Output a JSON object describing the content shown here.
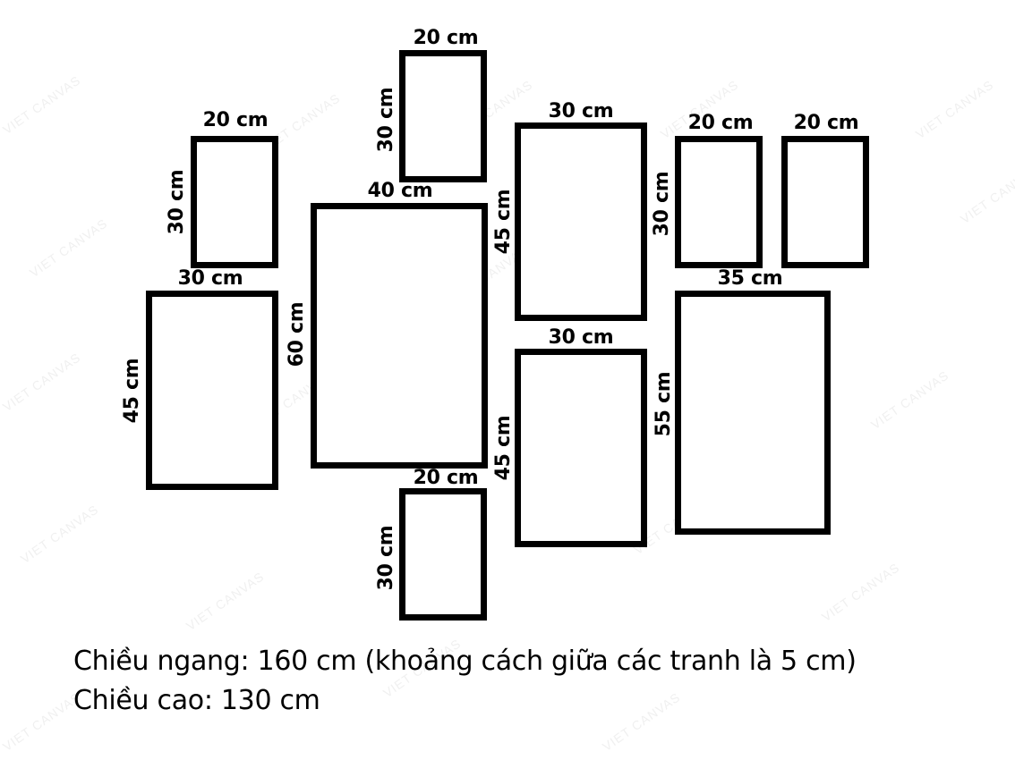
{
  "watermark_text": "VIET CANVAS",
  "frames": [
    {
      "id": "f1",
      "width_label": "20 cm",
      "height_label": "30 cm"
    },
    {
      "id": "f2",
      "width_label": "30 cm",
      "height_label": "45 cm"
    },
    {
      "id": "f3",
      "width_label": "20 cm",
      "height_label": "30 cm"
    },
    {
      "id": "f4",
      "width_label": "40 cm",
      "height_label": "60 cm"
    },
    {
      "id": "f5",
      "width_label": "20 cm",
      "height_label": "30 cm"
    },
    {
      "id": "f6",
      "width_label": "30 cm",
      "height_label": "45 cm"
    },
    {
      "id": "f7",
      "width_label": "30 cm",
      "height_label": "45 cm"
    },
    {
      "id": "f8",
      "width_label": "20 cm",
      "height_label": "30 cm"
    },
    {
      "id": "f9",
      "width_label": "20 cm",
      "height_label": ""
    },
    {
      "id": "f10",
      "width_label": "35 cm",
      "height_label": "55 cm"
    }
  ],
  "caption": {
    "width_line": "Chiều ngang: 160 cm (khoảng cách giữa các tranh là 5 cm)",
    "height_line": "Chiều cao: 130 cm"
  },
  "colors": {
    "frame_border": "#000000",
    "background": "#ffffff",
    "watermark": "#f0f0f0"
  }
}
